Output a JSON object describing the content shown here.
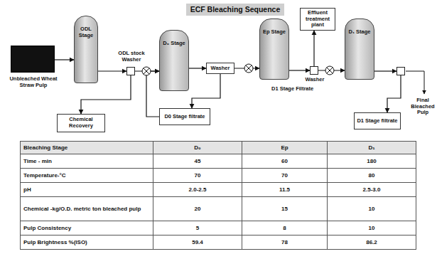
{
  "diagram": {
    "title": "ECF Bleaching Sequence",
    "nodes": [
      {
        "text": [
          "Unbleached Wheat Straw Pulp"
        ]
      },
      {
        "text": [
          "ODL Stage"
        ]
      },
      {
        "text": [
          "ODL stock Washer"
        ]
      },
      {
        "text": [
          "Chemical Recovery"
        ]
      },
      {
        "text": [
          "D₀ Stage"
        ]
      },
      {
        "text": [
          "D0 Stage filtrate"
        ]
      },
      {
        "text": [
          "Washer"
        ]
      },
      {
        "text": [
          "Ep Stage"
        ]
      },
      {
        "text": [
          "Effluent treatment plant"
        ]
      },
      {
        "text": [
          "Washer"
        ]
      },
      {
        "text": [
          "D₁ Stage"
        ]
      },
      {
        "text": [
          "D1 Stage filtrate"
        ]
      },
      {
        "text": [
          "Final Bleached Pulp"
        ]
      }
    ],
    "edges": [
      {
        "from": 0,
        "to": 1,
        "arrow": "to"
      },
      {
        "from": 1,
        "to": 2,
        "arrow": "to"
      },
      {
        "from": 2,
        "to": 3,
        "arrow": "to"
      },
      {
        "from": 2,
        "to": 4,
        "arrow": "to"
      },
      {
        "from": 5,
        "to": 4,
        "arrow": "to"
      },
      {
        "from": 4,
        "to": 6,
        "arrow": "to"
      },
      {
        "from": 6,
        "to": 5,
        "arrow": "to"
      },
      {
        "from": 6,
        "to": 7,
        "arrow": "to"
      },
      {
        "from": 7,
        "to": 9,
        "arrow": "to"
      },
      {
        "from": 9,
        "to": 8,
        "arrow": "to"
      },
      {
        "from": 9,
        "to": 10,
        "arrow": "to"
      },
      {
        "from": 10,
        "to": 12,
        "arrow": "to"
      },
      {
        "from": 12,
        "to": 11,
        "arrow": "to"
      }
    ],
    "labels": [
      "D1 Stage Filtrate",
      "Bleaching Stage",
      "D₀",
      "Ep",
      "D₁",
      "Time - min",
      "45",
      "60",
      "180",
      "Temperature-°C",
      "70",
      "70",
      "80",
      "pH",
      "2.0-2.5",
      "11.5",
      "2.5-3.0",
      "Chemical -kg/O.D. metric ton bleached pulp",
      "20",
      "15",
      "10",
      "Pulp Consistency",
      "5",
      "8",
      "10",
      "Pulp Brightness %(ISO)",
      "59.4",
      "78",
      "86.2"
    ]
  }
}
